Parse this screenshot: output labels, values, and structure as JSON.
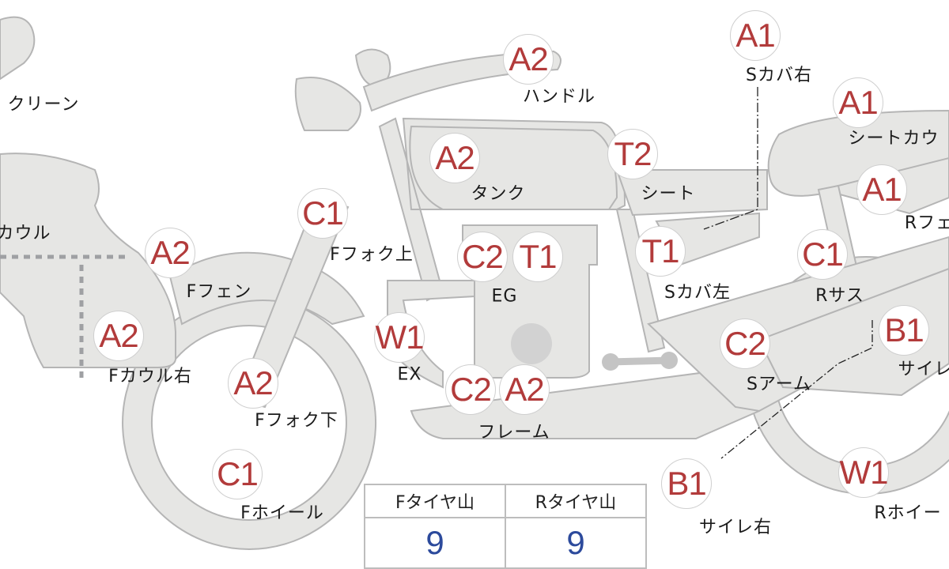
{
  "colors": {
    "part_fill": "#e6e6e4",
    "part_stroke": "#b5b5b5",
    "badge_text": "#b23b3b",
    "tyre_value": "#2c4a9c"
  },
  "free_labels": [
    {
      "id": "screen",
      "label": "クリーン"
    },
    {
      "id": "cowl",
      "label": "カウル"
    }
  ],
  "parts": [
    {
      "code": "A2",
      "label": "ハンドル"
    },
    {
      "code": "A1",
      "label": "Sカバ右"
    },
    {
      "code": "A1",
      "label": "シートカウ"
    },
    {
      "code": "A2",
      "label": "タンク"
    },
    {
      "code": "T2",
      "label": "シート"
    },
    {
      "code": "A1",
      "label": "Rフェ"
    },
    {
      "code": "C1",
      "label": "Fフォク上"
    },
    {
      "code": "A2",
      "label": "Fフェン"
    },
    {
      "code": "C2",
      "label": "EG",
      "code2": "T1"
    },
    {
      "code": "T1",
      "label": "Sカバ左"
    },
    {
      "code": "C1",
      "label": "Rサス"
    },
    {
      "code": "A2",
      "label": "Fカウル右"
    },
    {
      "code": "W1",
      "label": "EX"
    },
    {
      "code": "C2",
      "label": "Sアーム"
    },
    {
      "code": "B1",
      "label": "サイレ"
    },
    {
      "code": "A2",
      "label": "Fフォク下"
    },
    {
      "code": "C2",
      "label": "フレーム",
      "code2": "A2"
    },
    {
      "code": "C1",
      "label": "Fホイール"
    },
    {
      "code": "B1",
      "label": "サイレ右"
    },
    {
      "code": "W1",
      "label": "Rホイー"
    }
  ],
  "tyre_table": {
    "front_header": "Fタイヤ山",
    "rear_header": "Rタイヤ山",
    "front_value": "9",
    "rear_value": "9"
  }
}
